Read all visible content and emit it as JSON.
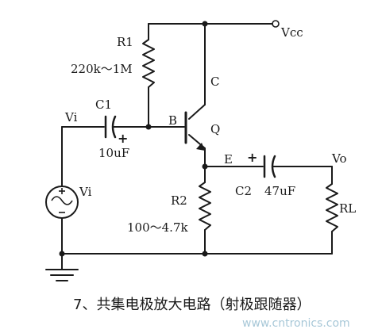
{
  "labels": {
    "r1_name": "R1",
    "r1_value": "220k～1M",
    "c1_name": "C1",
    "c1_value": "10uF",
    "c1_polarity": "+",
    "vi_input": "Vi",
    "vi_source": "Vi",
    "base": "B",
    "transistor": "Q",
    "collector": "C",
    "emitter": "E",
    "vcc": "Vcc",
    "r2_name": "R2",
    "r2_value": "100～4.7k",
    "c2_name": "C2",
    "c2_value": "47uF",
    "c2_polarity": "+",
    "vo": "Vo",
    "rl": "RL"
  },
  "caption": "7、共集电极放大电路（射极跟随器）",
  "watermark": "www.cntronics.com"
}
